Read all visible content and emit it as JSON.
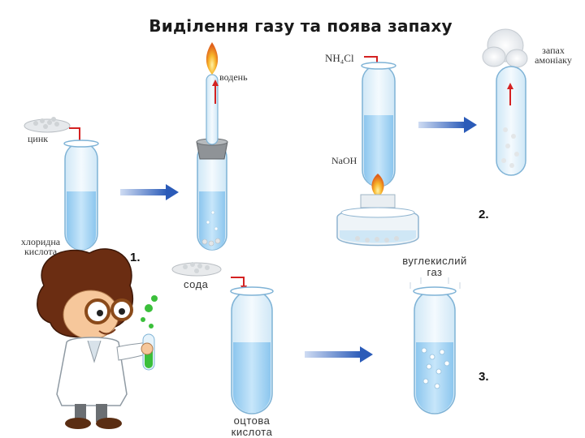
{
  "title": "Виділення газу  та  поява запаху",
  "labels": {
    "zinc": "цинк",
    "hydrochloric_acid_1": "хлоридна",
    "hydrochloric_acid_2": "кислота",
    "hydrogen": "водень",
    "ammonium_chloride": "NH₄Cl",
    "sodium_hydroxide": "NaOH",
    "ammonia_smell_1": "запах",
    "ammonia_smell_2": "амоніаку",
    "soda": "сода",
    "acetic_acid_1": "оцтова",
    "acetic_acid_2": "кислота",
    "carbon_dioxide_1": "вуглекислий",
    "carbon_dioxide_2": "газ"
  },
  "steps": [
    "1.",
    "2.",
    "3."
  ],
  "colors": {
    "liquid": "#a9d6f5",
    "glass": "#e6f3fb",
    "glass_edge": "#7fb3d6",
    "arrow": "#2b5bb8",
    "red_arrow": "#d42222",
    "flame": "#f5a21b",
    "green_liquid": "#3bbf3b"
  }
}
